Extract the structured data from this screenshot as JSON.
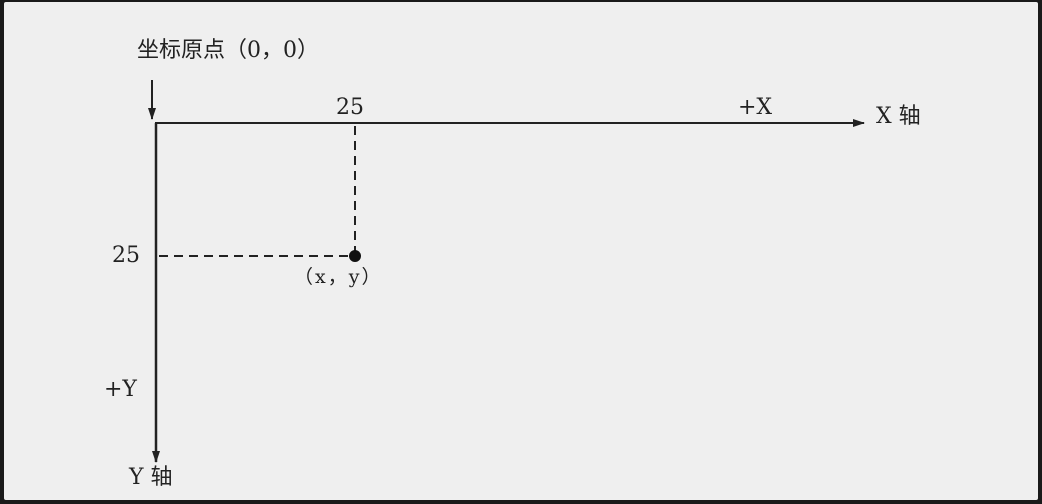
{
  "diagram": {
    "origin_label": "坐标原点（0，0）",
    "x_axis_label": "X 轴",
    "y_axis_label": "Y 轴",
    "x_positive_label": "+X",
    "y_positive_label": "+Y",
    "point_x_value": "25",
    "point_y_value": "25",
    "point_label": "（x，y）",
    "colors": {
      "background": "#efefef",
      "frame": "#1a1a1a",
      "ink": "#222222"
    }
  }
}
